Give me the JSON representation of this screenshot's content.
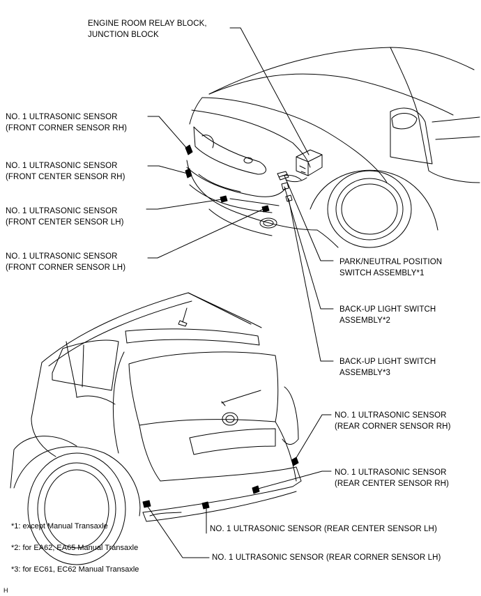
{
  "labels": {
    "engine_room": [
      "ENGINE ROOM RELAY BLOCK,",
      "JUNCTION BLOCK"
    ],
    "front_corner_rh": [
      "NO. 1 ULTRASONIC SENSOR",
      "(FRONT CORNER SENSOR RH)"
    ],
    "front_center_rh": [
      "NO. 1 ULTRASONIC SENSOR",
      "(FRONT CENTER SENSOR RH)"
    ],
    "front_center_lh": [
      "NO. 1 ULTRASONIC SENSOR",
      "(FRONT CENTER SENSOR LH)"
    ],
    "front_corner_lh": [
      "NO. 1 ULTRASONIC SENSOR",
      "(FRONT CORNER SENSOR LH)"
    ],
    "park_neutral": [
      "PARK/NEUTRAL POSITION",
      "SWITCH ASSEMBLY*1"
    ],
    "backup_2": [
      "BACK-UP LIGHT SWITCH",
      "ASSEMBLY*2"
    ],
    "backup_3": [
      "BACK-UP LIGHT SWITCH",
      "ASSEMBLY*3"
    ],
    "rear_corner_rh": [
      "NO. 1 ULTRASONIC SENSOR",
      "(REAR CORNER SENSOR RH)"
    ],
    "rear_center_rh": [
      "NO. 1 ULTRASONIC SENSOR",
      "(REAR CENTER SENSOR RH)"
    ],
    "rear_center_lh": "NO. 1 ULTRASONIC SENSOR (REAR CENTER SENSOR LH)",
    "rear_corner_lh": "NO. 1 ULTRASONIC SENSOR (REAR CORNER SENSOR LH)"
  },
  "notes": [
    "*1: except Manual Transaxle",
    "*2: for EA62, EA65 Manual Transaxle",
    "*3: for EC61, EC62 Manual Transaxle"
  ],
  "corner_mark": "H"
}
